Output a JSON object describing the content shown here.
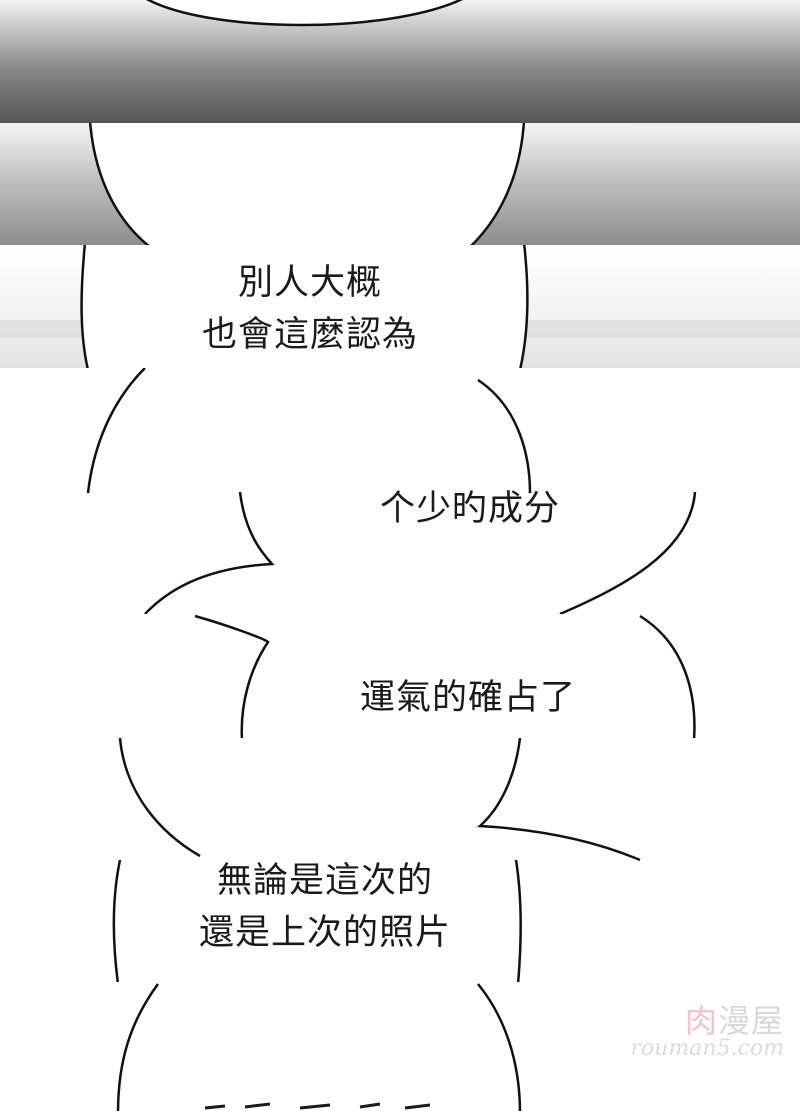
{
  "panels": [
    {
      "id": "p1",
      "lines": []
    },
    {
      "id": "p2",
      "lines": []
    },
    {
      "id": "p3",
      "lines": [
        "別人大概",
        "也會這麼認為"
      ]
    },
    {
      "id": "p4",
      "lines": [
        "个少旳成分"
      ]
    },
    {
      "id": "p5",
      "lines": [
        "運氣的確占了"
      ]
    },
    {
      "id": "p6",
      "lines": [
        "無論是這次的",
        "還是上次的照片"
      ]
    },
    {
      "id": "p7",
      "lines": []
    }
  ],
  "watermark": {
    "logo_accent": "肉",
    "logo_rest": "漫屋",
    "url": "rouman5.com"
  },
  "colors": {
    "band_dark": "#5a5a5a",
    "band_light": "#e8e8e8",
    "outline": "#111111"
  }
}
